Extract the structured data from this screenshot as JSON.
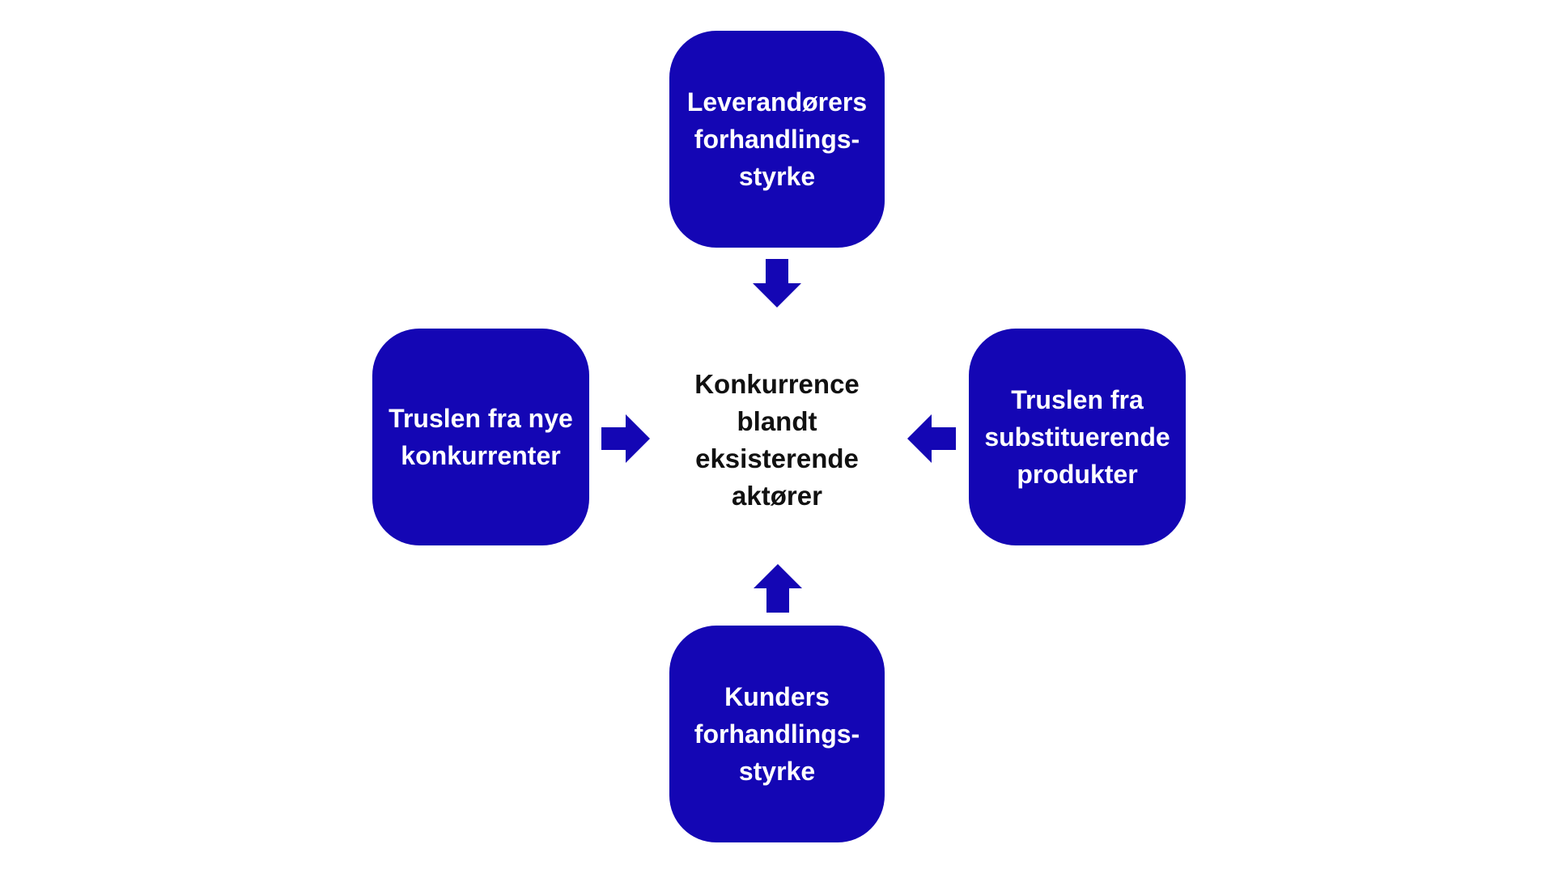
{
  "colors": {
    "background": "#ffffff",
    "accent": "#1406b4",
    "text_on_accent": "#ffffff",
    "center_text": "#111111"
  },
  "boxes": {
    "top": {
      "label": "Leverandørers\nforhandlings-\nstyrke"
    },
    "left": {
      "label": "Truslen fra nye\nkonkurrenter"
    },
    "right": {
      "label": "Truslen fra\nsubstituerende\nprodukter"
    },
    "bottom": {
      "label": "Kunders\nforhandlings-\nstyrke"
    }
  },
  "center": {
    "label": "Konkurrence\nblandt\neksisterende\naktører"
  },
  "arrows": [
    {
      "name": "top-to-center",
      "direction": "down"
    },
    {
      "name": "left-to-center",
      "direction": "right"
    },
    {
      "name": "right-to-center",
      "direction": "left"
    },
    {
      "name": "bottom-to-center",
      "direction": "up"
    }
  ]
}
